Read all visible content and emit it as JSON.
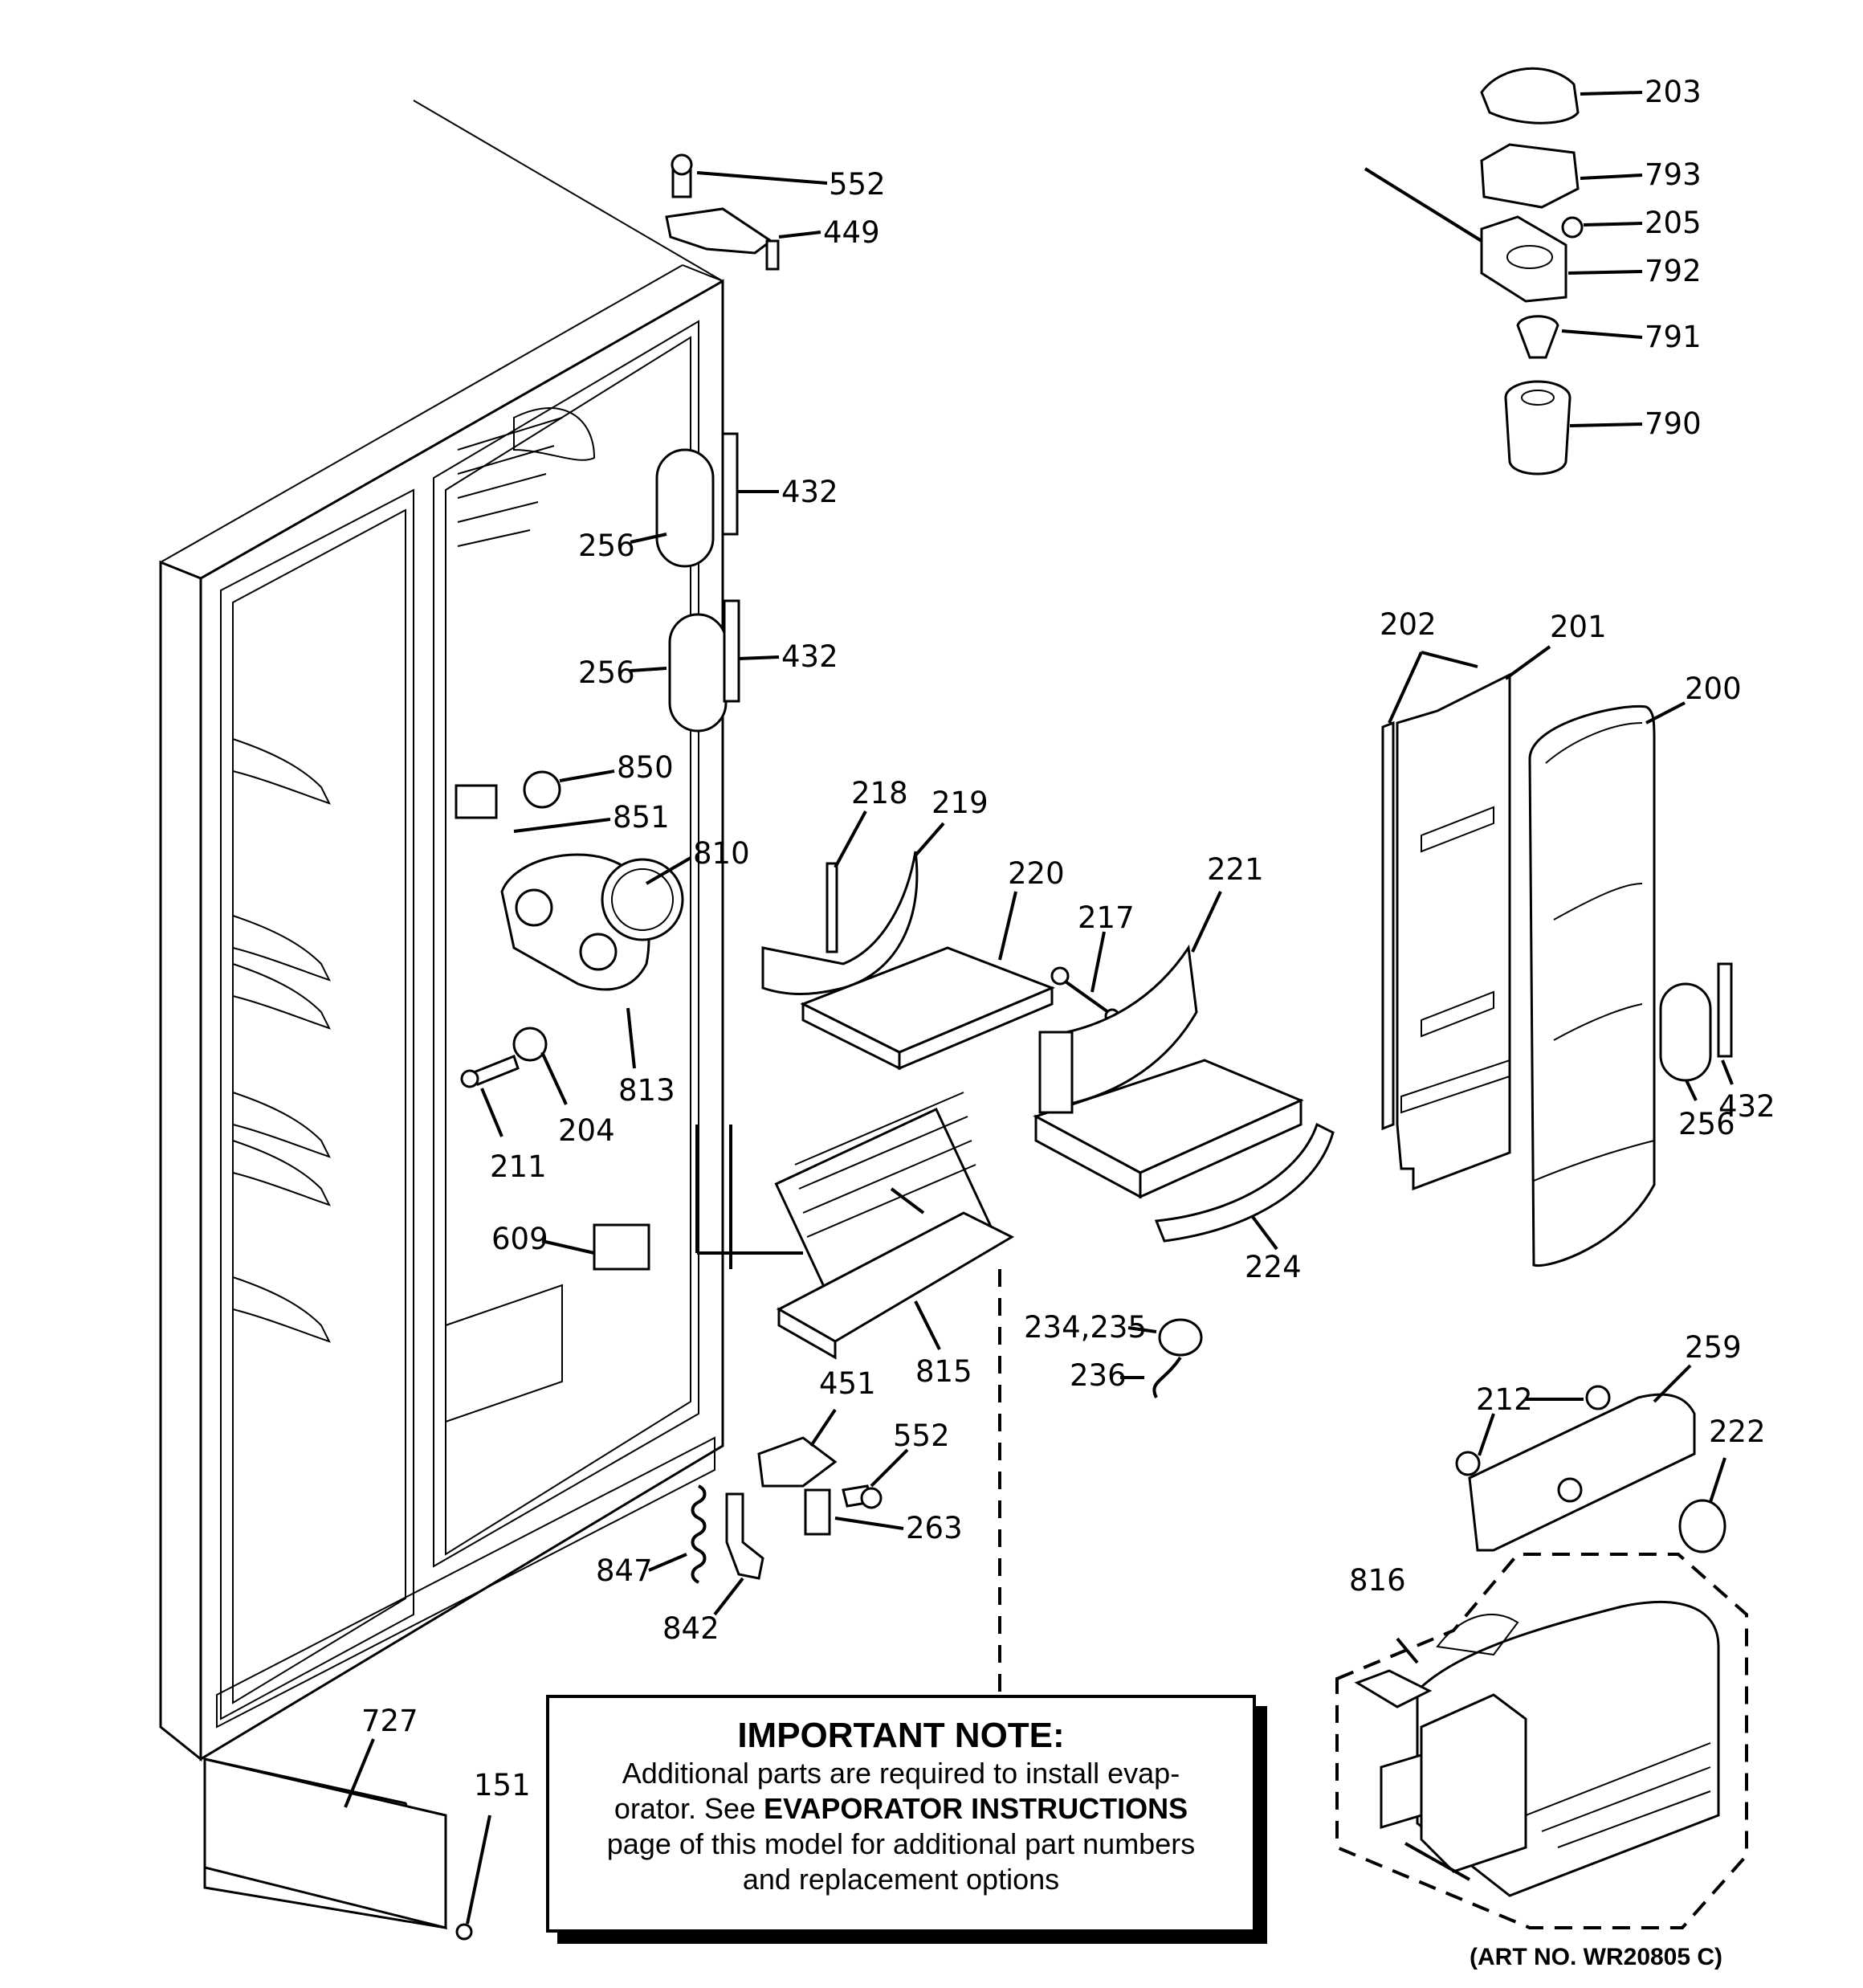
{
  "callouts": {
    "c552a": "552",
    "c449": "449",
    "c432a": "432",
    "c256a": "256",
    "c432b": "432",
    "c256b": "256",
    "c850": "850",
    "c851": "851",
    "c810": "810",
    "c813": "813",
    "c204": "204",
    "c211": "211",
    "c609": "609",
    "c218": "218",
    "c219": "219",
    "c220": "220",
    "c217": "217",
    "c221": "221",
    "c224": "224",
    "c815": "815",
    "c234": "234,235",
    "c236": "236",
    "c451": "451",
    "c552b": "552",
    "c263": "263",
    "c847": "847",
    "c842": "842",
    "c727": "727",
    "c151": "151",
    "c203": "203",
    "c793": "793",
    "c205": "205",
    "c792": "792",
    "c791": "791",
    "c790": "790",
    "c202": "202",
    "c201": "201",
    "c200": "200",
    "c432c": "432",
    "c256c": "256",
    "c259": "259",
    "c212": "212",
    "c222": "222",
    "c816": "816"
  },
  "note": {
    "title": "IMPORTANT NOTE:",
    "line1": "Additional parts are required to install evap-",
    "line2_pre": "orator.  See ",
    "line2_bold": "EVAPORATOR INSTRUCTIONS",
    "line3": "page of this model for additional part numbers",
    "line4": "and replacement options"
  },
  "art_number": "(ART NO. WR20805 C)"
}
